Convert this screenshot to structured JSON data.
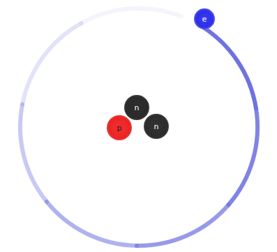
{
  "diagram": {
    "nodes": [
      {
        "text": [
          "e"
        ]
      },
      {
        "text": [
          "n"
        ]
      },
      {
        "text": [
          "p"
        ]
      },
      {
        "text": [
          "n"
        ]
      }
    ]
  }
}
